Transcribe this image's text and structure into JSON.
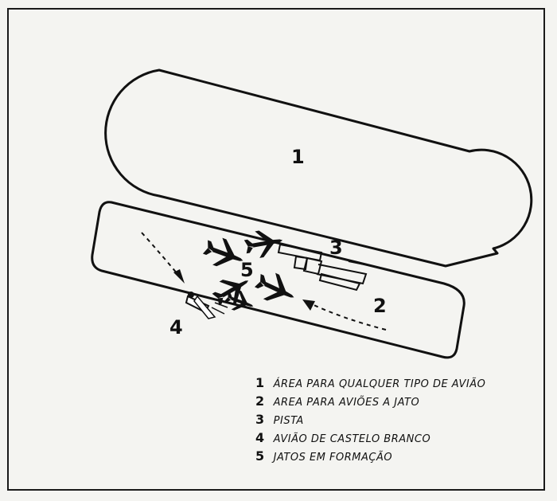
{
  "diagram": {
    "area_labels": {
      "area1": "1",
      "area2": "2",
      "pista": "3",
      "aviao": "4",
      "jatos": "5"
    }
  },
  "legend": [
    {
      "number": "1",
      "text": "ÁREA PARA QUALQUER TIPO DE AVIÃO"
    },
    {
      "number": "2",
      "text": "AREA PARA AVIÕES A JATO"
    },
    {
      "number": "3",
      "text": "PISTA"
    },
    {
      "number": "4",
      "text": "AVIÃO DE CASTELO BRANCO"
    },
    {
      "number": "5",
      "text": "JATOS EM FORMAÇÃO"
    }
  ],
  "colors": {
    "ink": "#111111",
    "paper": "#f4f4f1"
  }
}
